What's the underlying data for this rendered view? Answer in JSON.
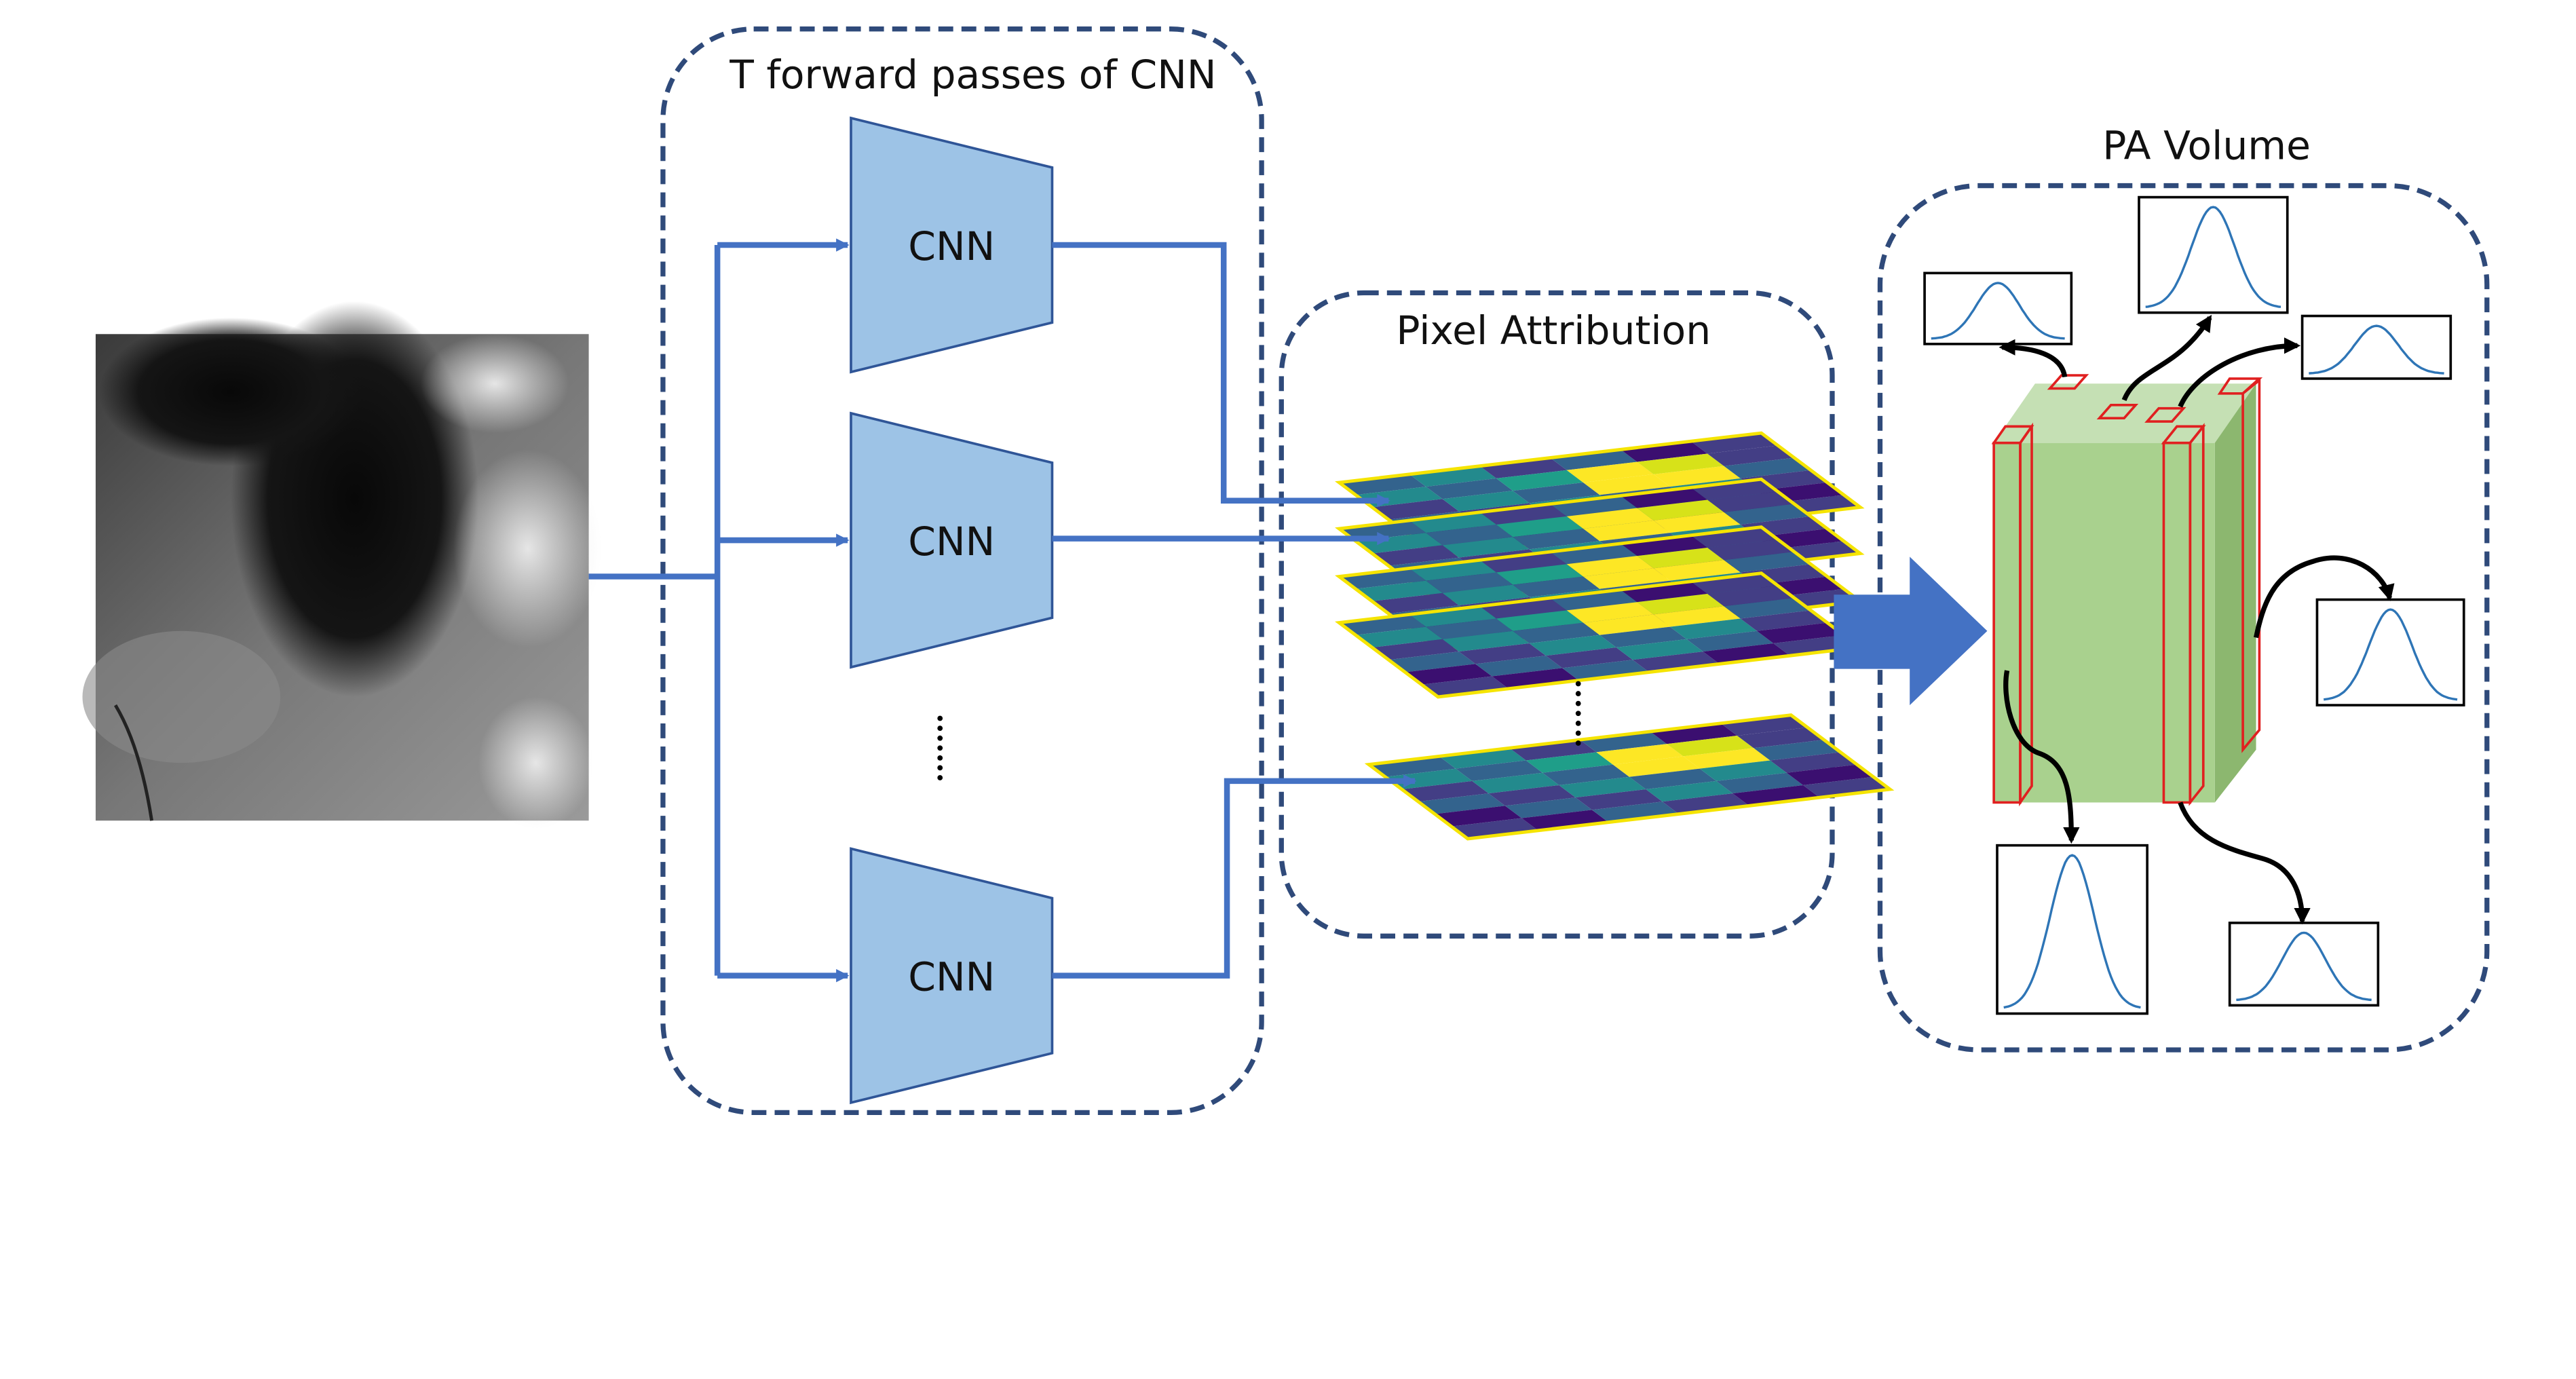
{
  "panels": {
    "forward": {
      "title": "T forward passes of CNN"
    },
    "attribution": {
      "title": "Pixel Attribution"
    },
    "volume": {
      "title": "PA Volume"
    }
  },
  "cnn_blocks": [
    {
      "label": "CNN"
    },
    {
      "label": "CNN"
    },
    {
      "label": "CNN"
    }
  ],
  "colors": {
    "panel_border": "#2f4a7a",
    "arrow_blue": "#4472c4",
    "cnn_fill": "#9dc3e6",
    "cnn_stroke": "#2f5597",
    "cube_front": "#a9d18e",
    "cube_top": "#c5e0b4",
    "cube_side": "#8cb76f",
    "column_stroke": "#e02020",
    "gaussian_curve": "#2e75b6",
    "heatmap_border": "#f5e400"
  },
  "icons": {
    "input": "grayscale-input-image",
    "ellipsis": "vertical-dots-icon",
    "distribution": "gaussian-curve-icon"
  }
}
